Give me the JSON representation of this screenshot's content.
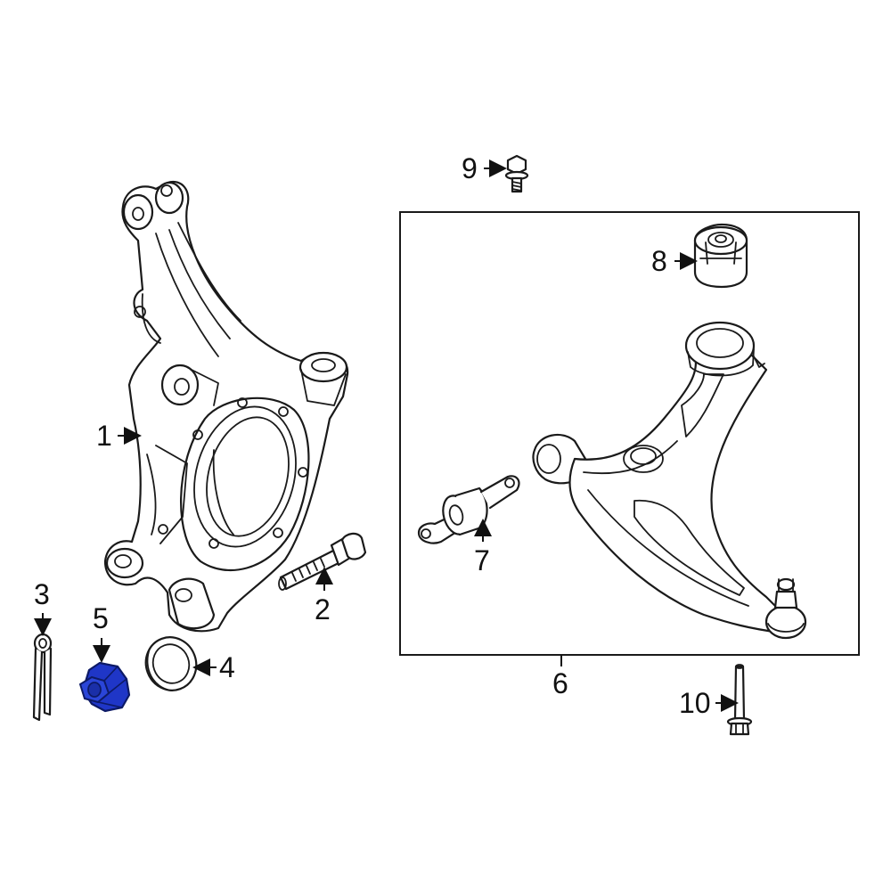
{
  "callouts": {
    "c1": "1",
    "c2": "2",
    "c3": "3",
    "c4": "4",
    "c5": "5",
    "c6": "6",
    "c7": "7",
    "c8": "8",
    "c9": "9",
    "c10": "10"
  },
  "colors": {
    "highlight_fill": "#1f36c7",
    "highlight_stroke": "#0d1a66",
    "line": "#1a1a1a"
  }
}
